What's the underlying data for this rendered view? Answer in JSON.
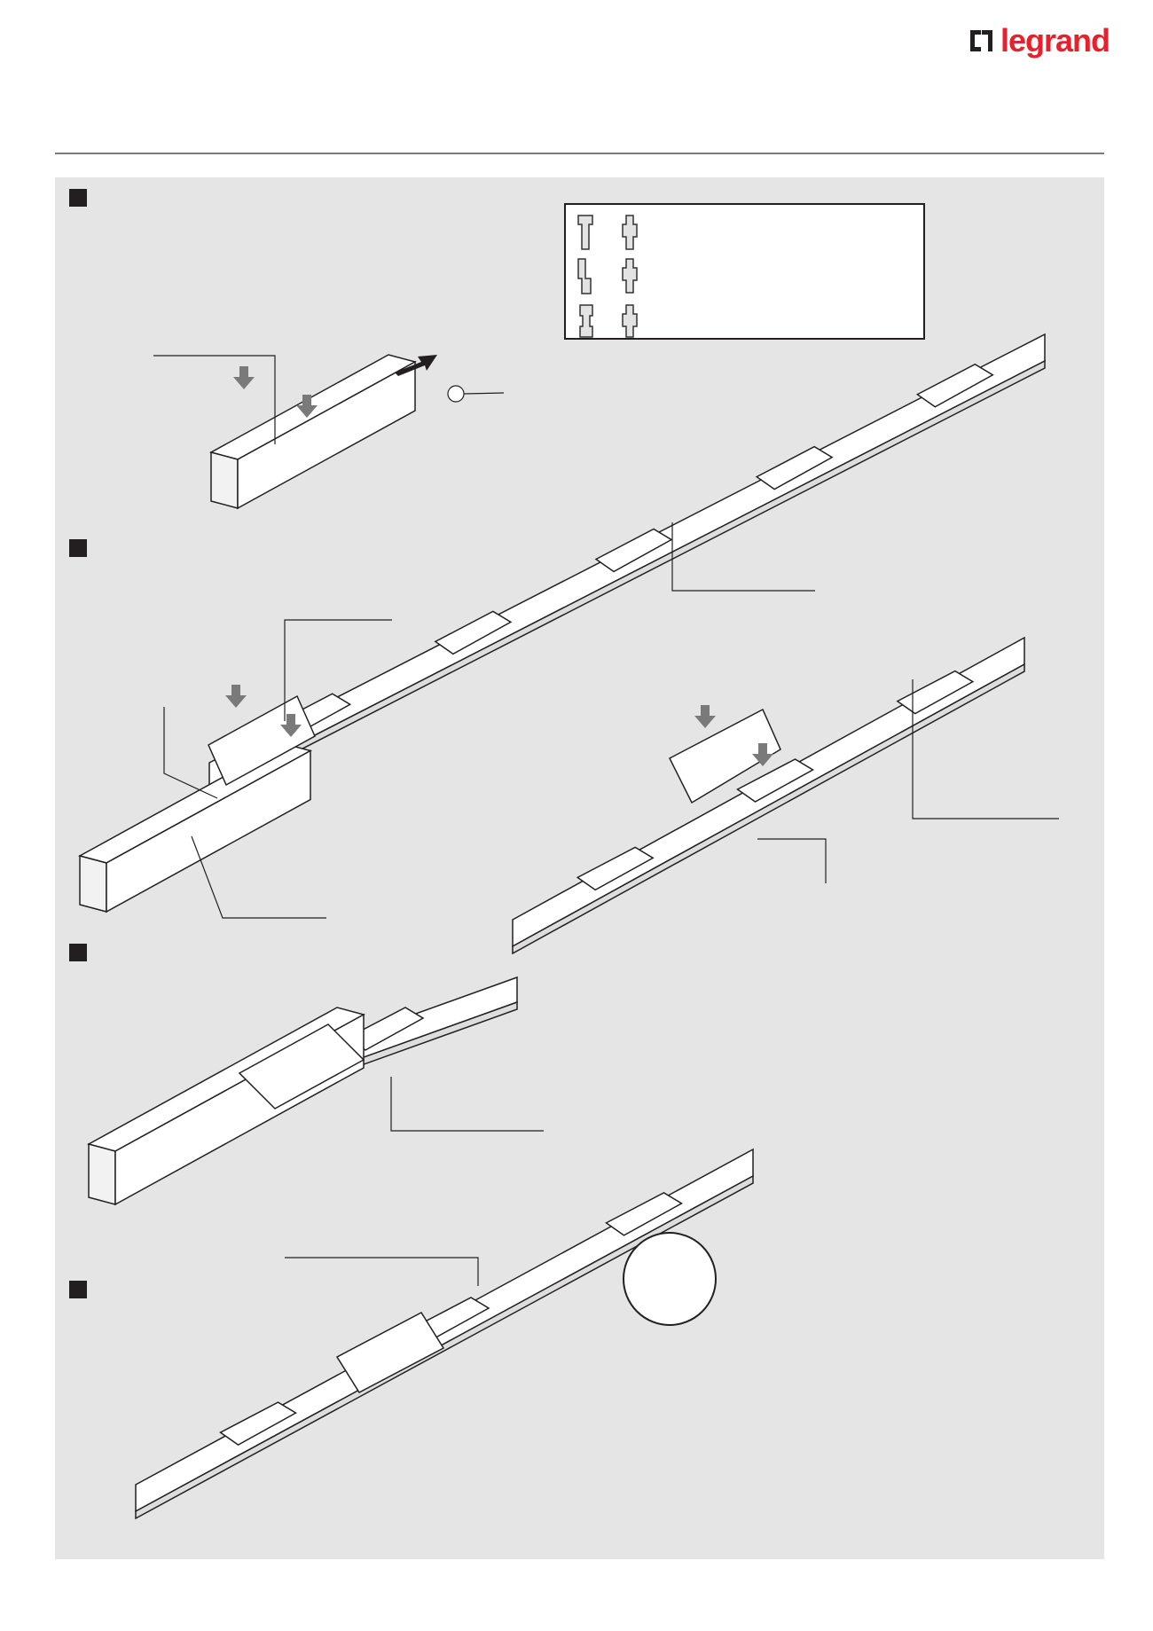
{
  "header": {
    "brand": "legrand",
    "brand_color": "#e6202c"
  },
  "steps": [
    {
      "id": "1"
    },
    {
      "id": "2"
    },
    {
      "id": "3"
    },
    {
      "id": "4"
    }
  ],
  "legend": {
    "rows": 3
  },
  "colors": {
    "panel": "#e5e5e5",
    "line": "#231f20",
    "arrow": "#7a7a7a"
  }
}
